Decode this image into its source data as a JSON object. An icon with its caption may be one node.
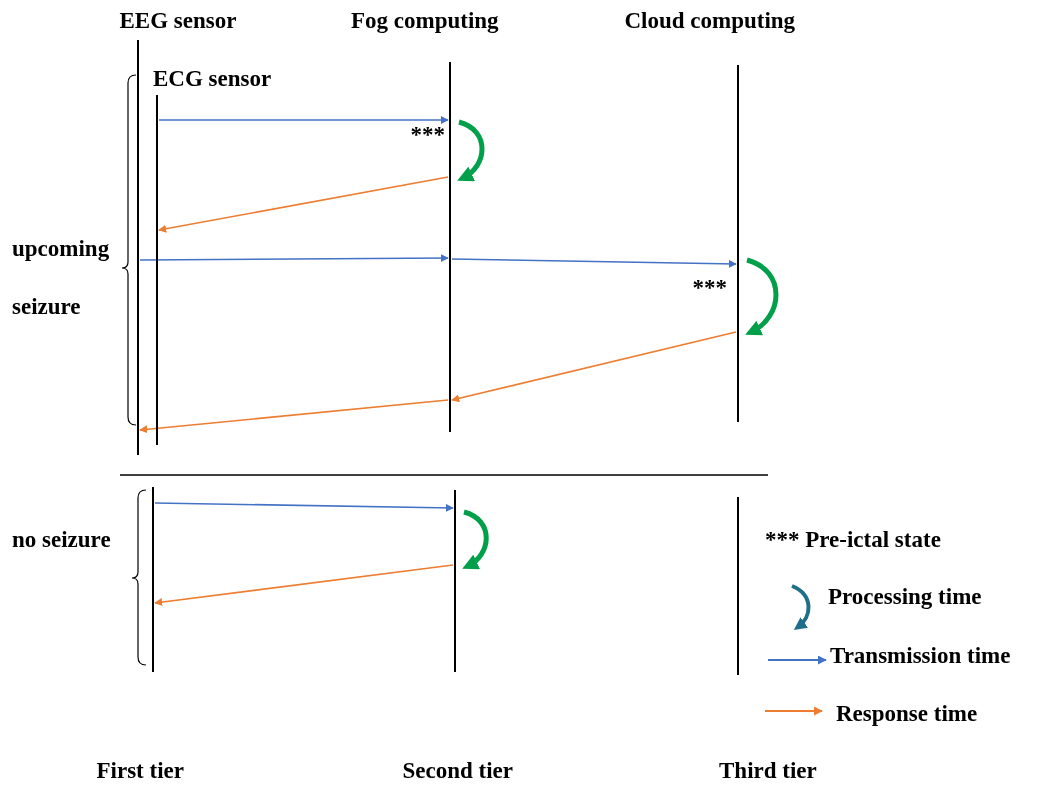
{
  "diagram": {
    "nodes": [
      {
        "text": [],
        "shape": "line",
        "beside": [
          "EEG sensor"
        ]
      },
      {
        "text": [],
        "shape": "line",
        "beside": [
          "ECG sensor"
        ]
      },
      {
        "text": [],
        "shape": "line",
        "beside": [
          "Fog computing"
        ]
      },
      {
        "text": [],
        "shape": "line",
        "beside": [
          "Cloud computing"
        ]
      },
      {
        "text": [],
        "shape": "line",
        "beside": [
          "First tier"
        ]
      },
      {
        "text": [],
        "shape": "line",
        "beside": [
          "Second tier"
        ]
      },
      {
        "text": [],
        "shape": "line",
        "beside": [
          "Third tier"
        ]
      }
    ],
    "edges": [
      {
        "from": 1,
        "to": 2,
        "arrow": "to",
        "color": "#4472c4"
      },
      {
        "from": 2,
        "to": 1,
        "arrow": "to",
        "color": "#ed7d31"
      },
      {
        "from": 0,
        "to": 2,
        "arrow": "to",
        "color": "#4472c4"
      },
      {
        "from": 2,
        "to": 3,
        "arrow": "to",
        "color": "#4472c4"
      },
      {
        "from": 3,
        "to": 2,
        "arrow": "to",
        "color": "#ed7d31"
      },
      {
        "from": 2,
        "to": 0,
        "arrow": "to",
        "color": "#ed7d31"
      },
      {
        "from": 4,
        "to": 5,
        "arrow": "to",
        "color": "#4472c4"
      },
      {
        "from": 5,
        "to": 4,
        "arrow": "to",
        "color": "#ed7d31"
      },
      {
        "from": 2,
        "to": 2,
        "arrow": "to",
        "style": "thick",
        "color": "#00a04a"
      },
      {
        "from": 3,
        "to": 3,
        "arrow": "to",
        "style": "thick",
        "color": "#00a04a"
      },
      {
        "from": 5,
        "to": 5,
        "arrow": "to",
        "style": "thick",
        "color": "#00a04a"
      }
    ],
    "labels": [
      "***",
      "***",
      "upcoming seizure",
      "no seizure"
    ],
    "legend": [
      {
        "text": "*** Pre-ictal state"
      },
      {
        "text": "Processing time"
      },
      {
        "text": "Transmission time"
      },
      {
        "text": "Response time"
      }
    ]
  }
}
